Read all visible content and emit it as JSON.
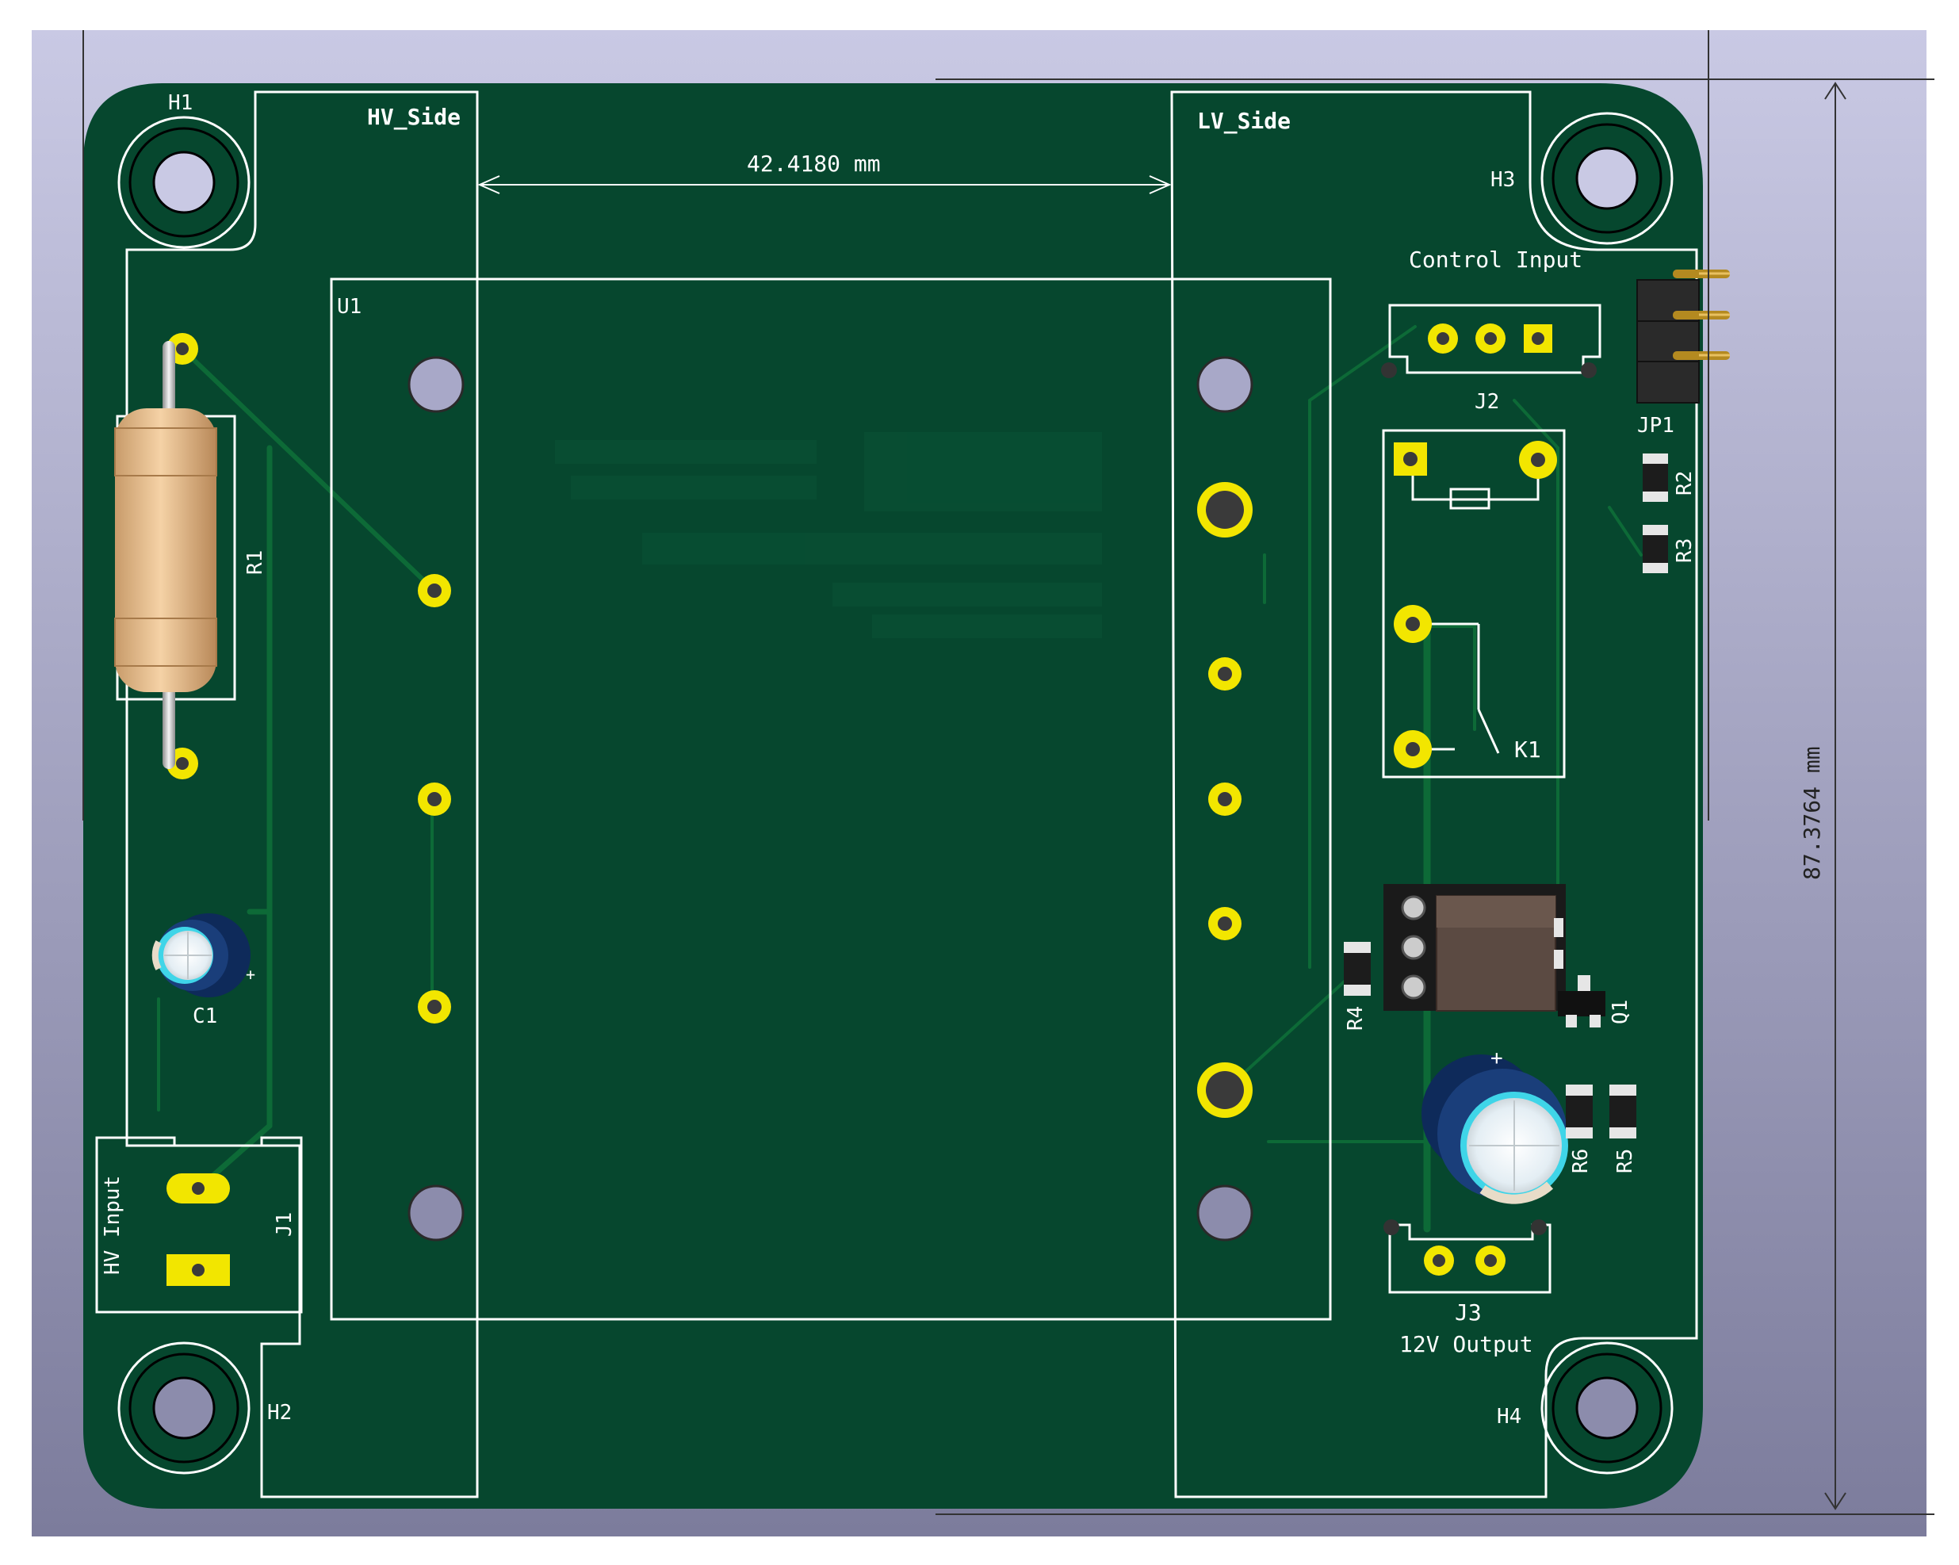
{
  "colors": {
    "background_top": "#c9c9e4",
    "background_bottom": "#7c7c9c",
    "board": "#06472e",
    "copper": "#0d6a37",
    "silkscreen": "#ffffff",
    "pad": "#f2e600",
    "dimension_line": "#333333"
  },
  "dimensions": {
    "horizontal": "42.4180 mm",
    "vertical": "87.3764 mm"
  },
  "zones": {
    "hv_side": "HV_Side",
    "lv_side": "LV_Side"
  },
  "refs": {
    "h1": "H1",
    "h2": "H2",
    "h3": "H3",
    "h4": "H4",
    "u1": "U1",
    "r1": "R1",
    "c1": "C1",
    "j1": "J1",
    "j2": "J2",
    "jp1": "JP1",
    "r2": "R2",
    "r3": "R3",
    "k1": "K1",
    "r4": "R4",
    "q1": "Q1",
    "r5": "R5",
    "r6": "R6",
    "j3": "J3"
  },
  "labels": {
    "control_input": "Control Input",
    "hv_input": "HV Input",
    "output_12v": "12V Output"
  },
  "icons": {
    "resistor": "through-hole-resistor-icon",
    "capacitor": "electrolytic-capacitor-icon",
    "mosfet": "to220-transistor-icon",
    "header": "pin-header-icon",
    "logo": "mirrored-logo-icon"
  }
}
